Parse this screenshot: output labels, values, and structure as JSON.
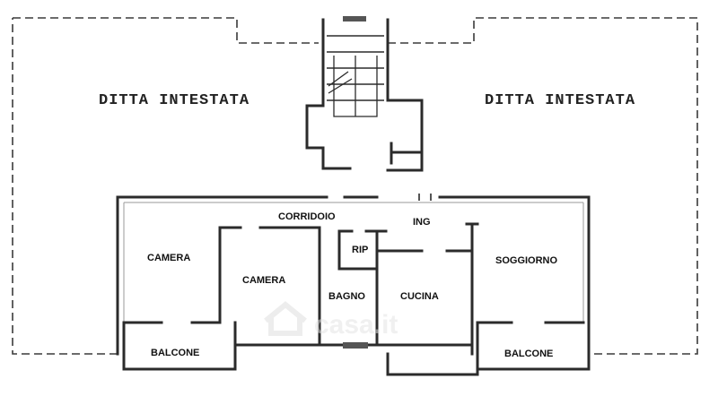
{
  "owner_labels": {
    "left": "DITTA INTESTATA",
    "right": "DITTA INTESTATA"
  },
  "rooms": {
    "corridoio": "CORRIDOIO",
    "ing": "ING",
    "rip": "RIP",
    "camera_left": "CAMERA",
    "camera_center": "CAMERA",
    "soggiorno": "SOGGIORNO",
    "bagno": "BAGNO",
    "cucina": "CUCINA",
    "balcone_left": "BALCONE",
    "balcone_right": "BALCONE"
  },
  "colors": {
    "wall": "#2b2b2b",
    "background": "#ffffff",
    "outline": "#3a3a3a"
  }
}
